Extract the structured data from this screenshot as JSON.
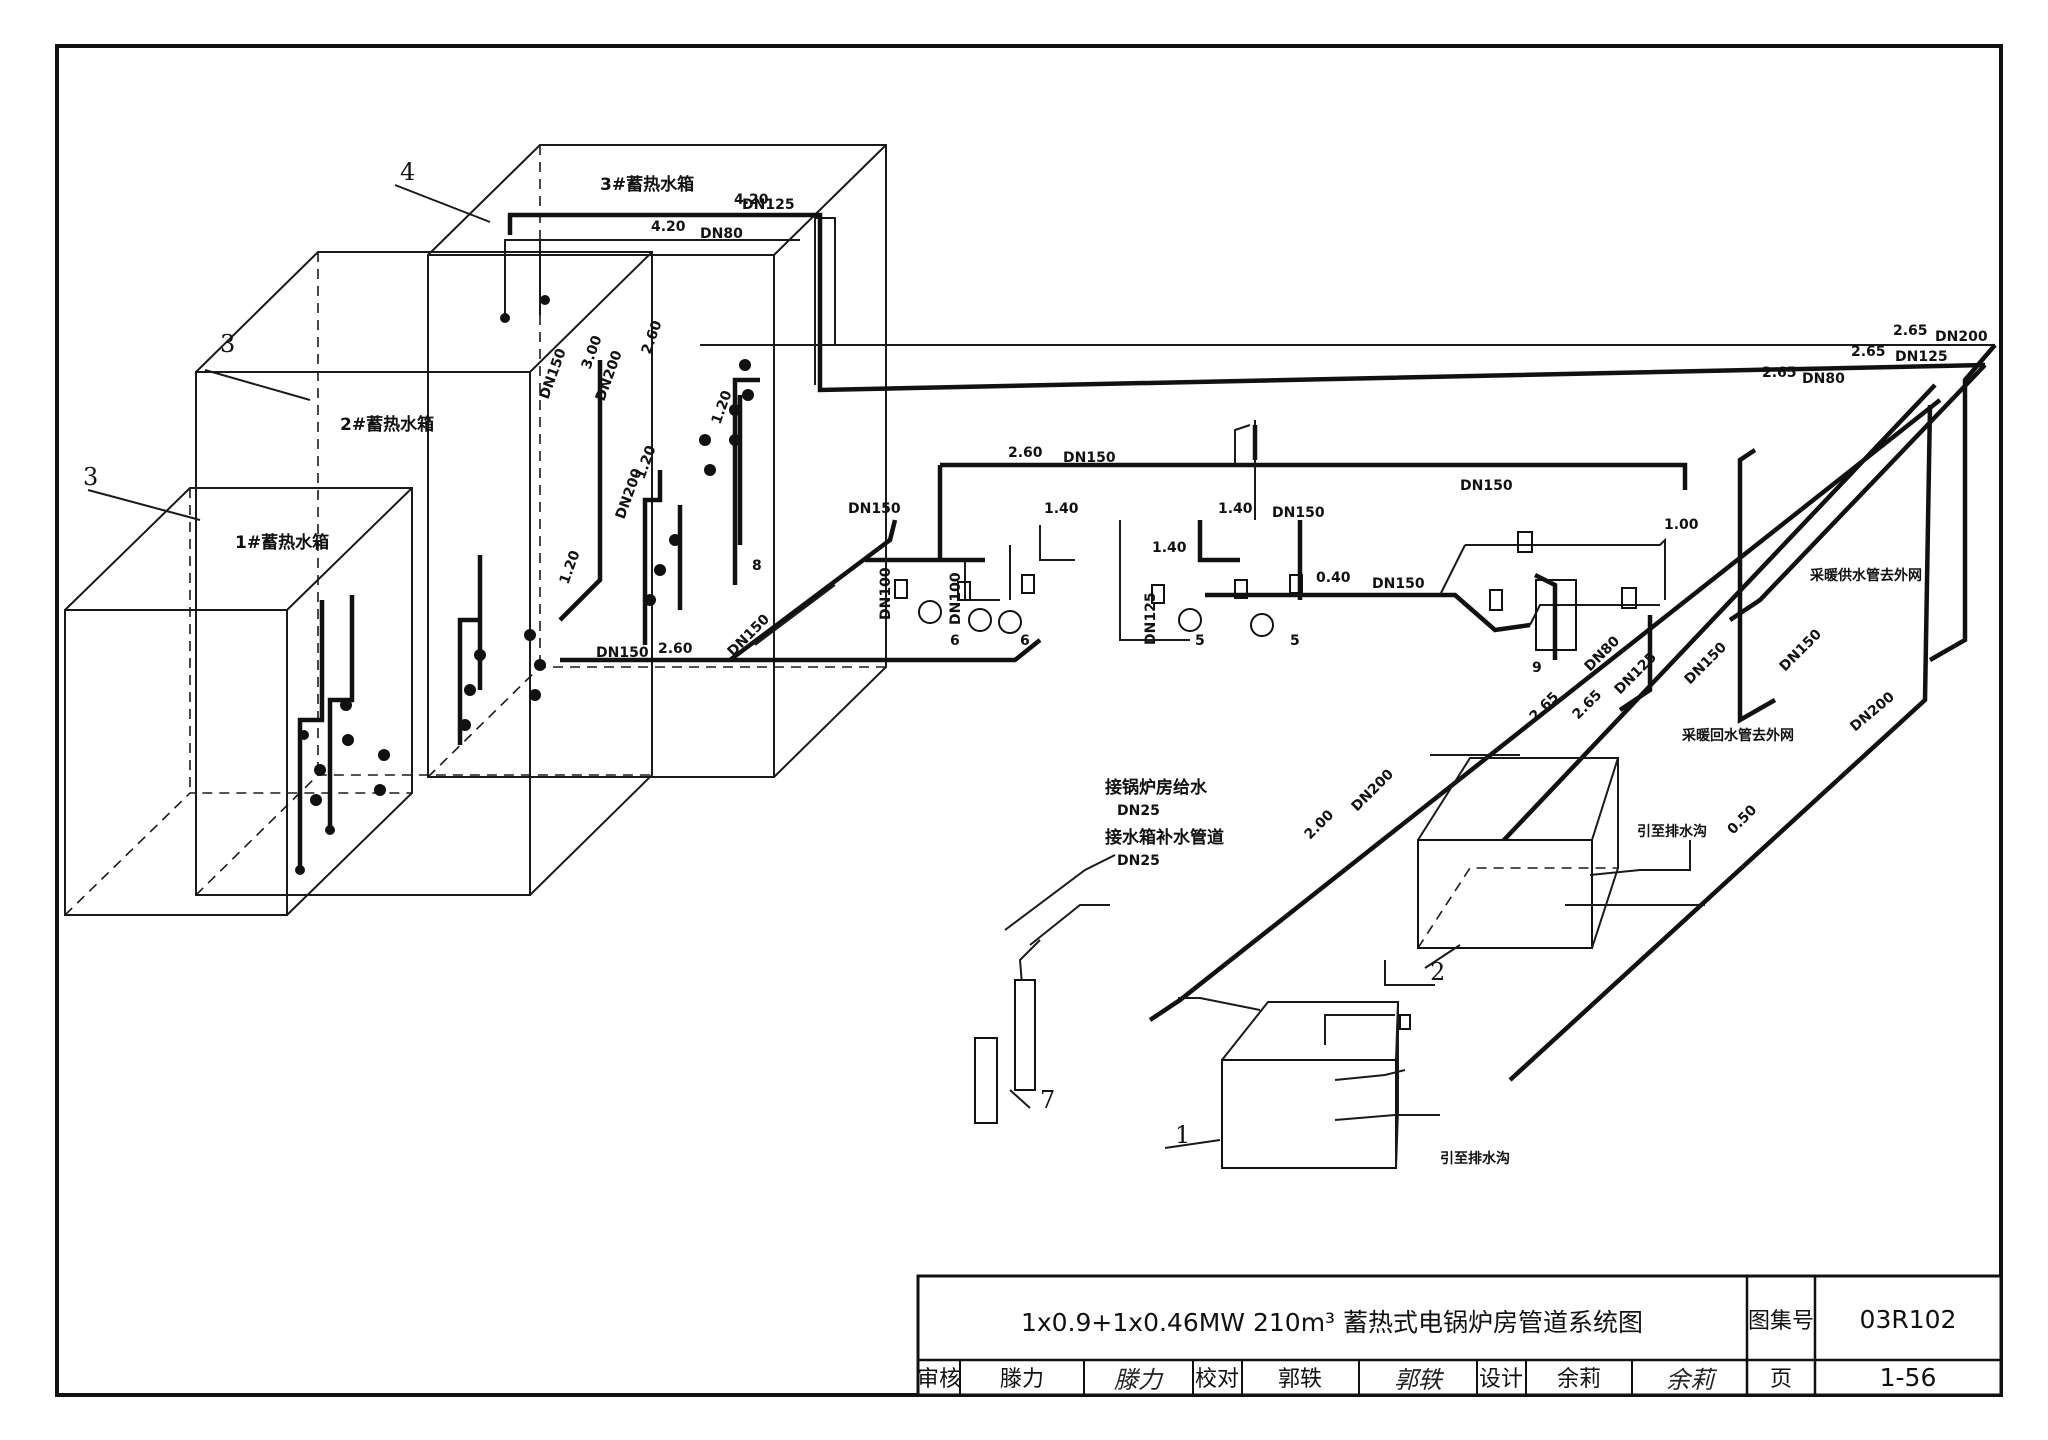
{
  "tanks": [
    {
      "label": "1#蓄热水箱"
    },
    {
      "label": "2#蓄热水箱"
    },
    {
      "label": "3#蓄热水箱"
    }
  ],
  "callouts": [
    "1",
    "2",
    "3",
    "3",
    "4",
    "5",
    "5",
    "6",
    "6",
    "7",
    "8",
    "9"
  ],
  "pipe_labels": {
    "dn125_top": "DN125",
    "el_420a": "4.20",
    "el_420b": "4.20",
    "dn80_top": "DN80",
    "el_265a": "2.65",
    "dn200_r": "DN200",
    "el_265b": "2.65",
    "dn125_r": "DN125",
    "el_265c": "2.65",
    "dn80_r": "DN80",
    "dn150_v": "DN150",
    "el_300": "3.00",
    "dn200_v": "DN200",
    "el_260v": "2.60",
    "el_120a": "1.20",
    "dn200_v2": "DN200",
    "el_120b": "1.20",
    "el_120c": "1.20",
    "el_260h": "2.60",
    "dn150_h": "DN150",
    "dn150_h2": "DN150",
    "el_140a": "1.40",
    "dn150_s": "DN150",
    "dn100": "DN100",
    "dn100b": "DN100",
    "el_140b": "1.40",
    "dn150_s2": "DN150",
    "el_140c": "1.40",
    "dn125_s": "DN125",
    "el_040": "0.40",
    "dn150_m": "DN150",
    "el_100": "1.00",
    "dn150_b": "DN150",
    "el_260b": "2.60",
    "dn150_d": "DN150",
    "dn80_d": "DN80",
    "el_265d": "2.65",
    "dn125_d": "DN125",
    "el_265e": "2.65",
    "dn150_d2": "DN150",
    "dn150_d3": "DN150",
    "dn200_d": "DN200",
    "el_200": "2.00",
    "dn200_d2": "DN200",
    "el_050": "0.50",
    "dn25a": "DN25",
    "dn25b": "DN25"
  },
  "notes": {
    "supply_out": "采暖供水管去外网",
    "return_out": "采暖回水管去外网",
    "drain1": "引至排水沟",
    "drain2": "引至排水沟",
    "boiler_feed": "接锅炉房给水",
    "tank_makeup": "接水箱补水管道"
  },
  "title_block": {
    "title": "1x0.9+1x0.46MW 210m³ 蓄热式电锅炉房管道系统图",
    "atlas_label": "图集号",
    "atlas_no": "03R102",
    "review_label": "审核",
    "review_name": "滕力",
    "check_label": "校对",
    "check_name": "郭轶",
    "design_label": "设计",
    "design_name": "余莉",
    "page_label": "页",
    "page_no": "1-56"
  }
}
